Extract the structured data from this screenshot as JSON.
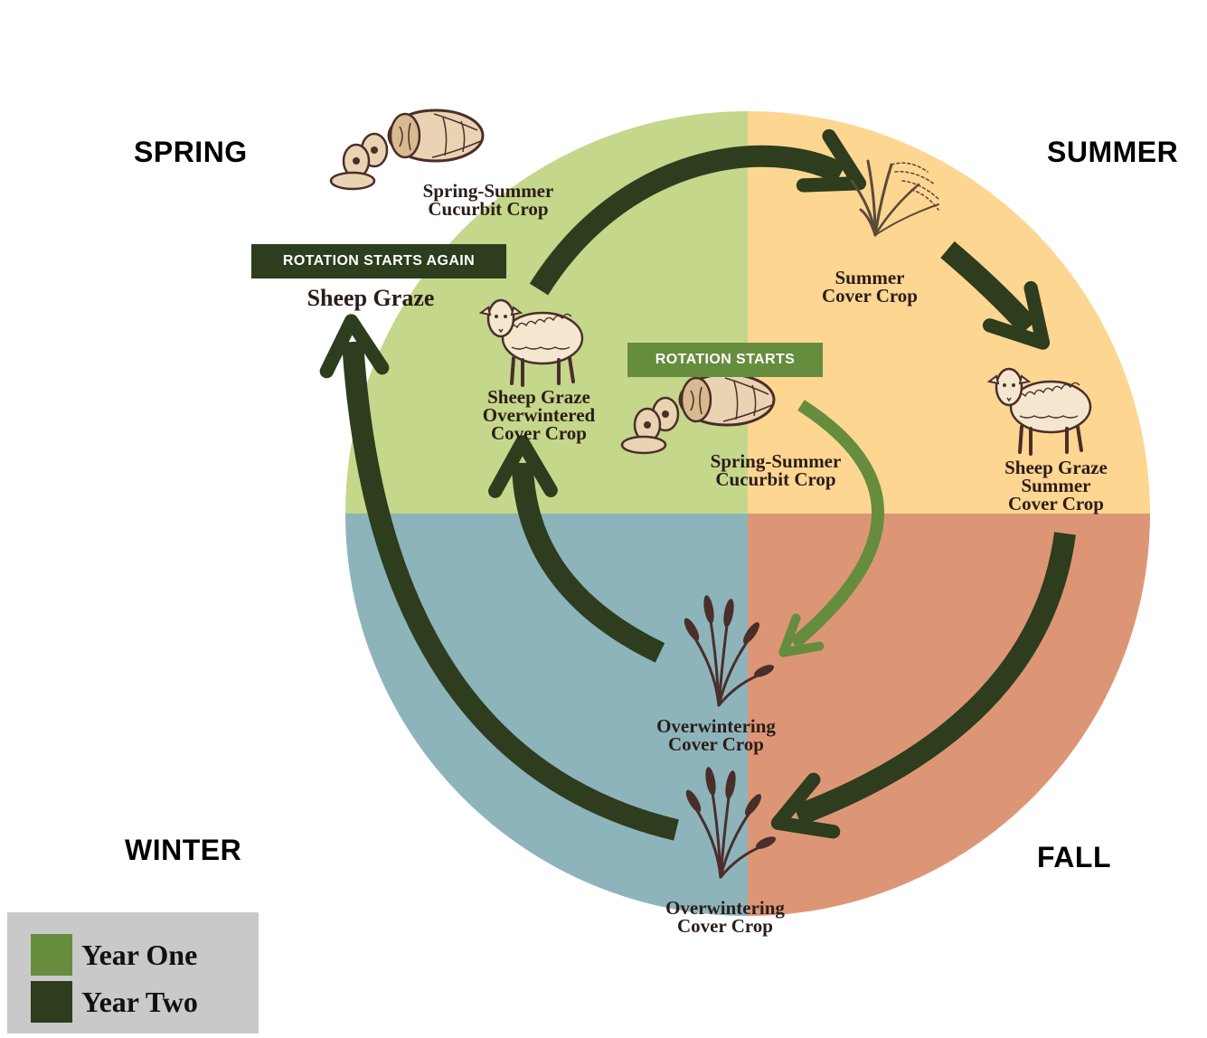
{
  "colors": {
    "spring": "#c4d78b",
    "summer": "#fdd692",
    "fall": "#dd9675",
    "winter": "#8db4bb",
    "year_one": "#668c3d",
    "year_two": "#2d3d1e",
    "ink": "#4a2e2a"
  },
  "seasons": {
    "spring": "SPRING",
    "summer": "SUMMER",
    "winter": "WINTER",
    "fall": "FALL"
  },
  "banners": {
    "rotation_starts_again": "ROTATION STARTS AGAIN",
    "rotation_starts": "ROTATION STARTS"
  },
  "labels": {
    "spring_cucurbit_top": [
      "Spring-Summer",
      "Cucurbit Crop"
    ],
    "sheep_graze_again": [
      "Sheep Graze"
    ],
    "sheep_graze_overwintered": [
      "Sheep Graze",
      "Overwintered",
      "Cover Crop"
    ],
    "summer_cover_crop": [
      "Summer",
      "Cover Crop"
    ],
    "sheep_graze_summer": [
      "Sheep Graze",
      "Summer",
      "Cover Crop"
    ],
    "spring_cucurbit_center": [
      "Spring-Summer",
      "Cucurbit Crop"
    ],
    "overwintering_upper": [
      "Overwintering",
      "Cover Crop"
    ],
    "overwintering_lower": [
      "Overwintering",
      "Cover Crop"
    ]
  },
  "icons": {
    "squash": "squash-icon",
    "sheep": "sheep-icon",
    "grain": "grain-icon"
  },
  "legend": {
    "year_one": "Year One",
    "year_two": "Year Two"
  }
}
